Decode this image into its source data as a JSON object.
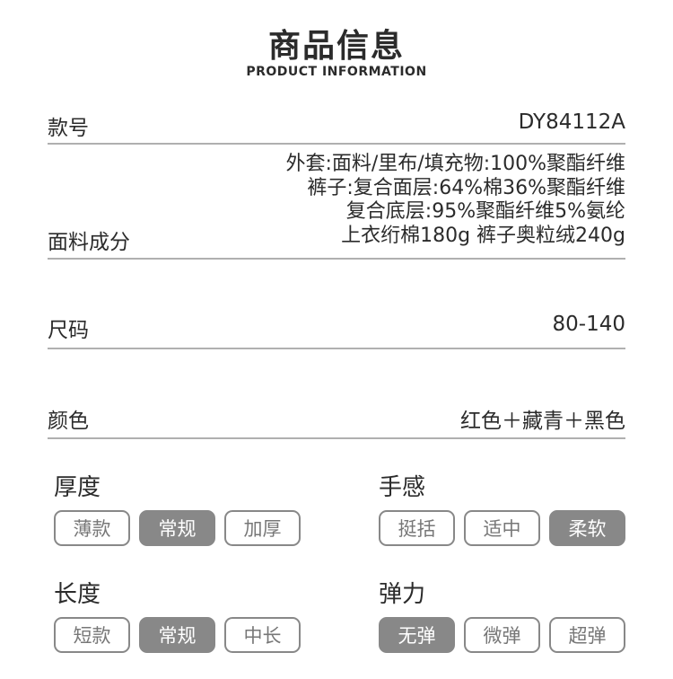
{
  "header": {
    "title": "商品信息",
    "subtitle": "PRODUCT INFORMATION"
  },
  "rows": {
    "style_no": {
      "label": "款号",
      "value": "DY84112A"
    },
    "material": {
      "label": "面料成分",
      "lines": [
        "外套:面料/里布/填充物:100%聚酯纤维",
        "裤子:复合面层:64%棉36%聚酯纤维",
        "复合底层:95%聚酯纤维5%氨纶",
        "上衣绗棉180g 裤子奥粒绒240g"
      ]
    },
    "size": {
      "label": "尺码",
      "value": "80-140"
    },
    "color": {
      "label": "颜色",
      "value": "红色＋藏青＋黑色"
    }
  },
  "attributes": [
    {
      "label": "厚度",
      "options": [
        "薄款",
        "常规",
        "加厚"
      ],
      "selected": 1
    },
    {
      "label": "手感",
      "options": [
        "挺括",
        "适中",
        "柔软"
      ],
      "selected": 2
    },
    {
      "label": "长度",
      "options": [
        "短款",
        "常规",
        "中长"
      ],
      "selected": 1
    },
    {
      "label": "弹力",
      "options": [
        "无弹",
        "微弹",
        "超弹"
      ],
      "selected": 0
    }
  ]
}
